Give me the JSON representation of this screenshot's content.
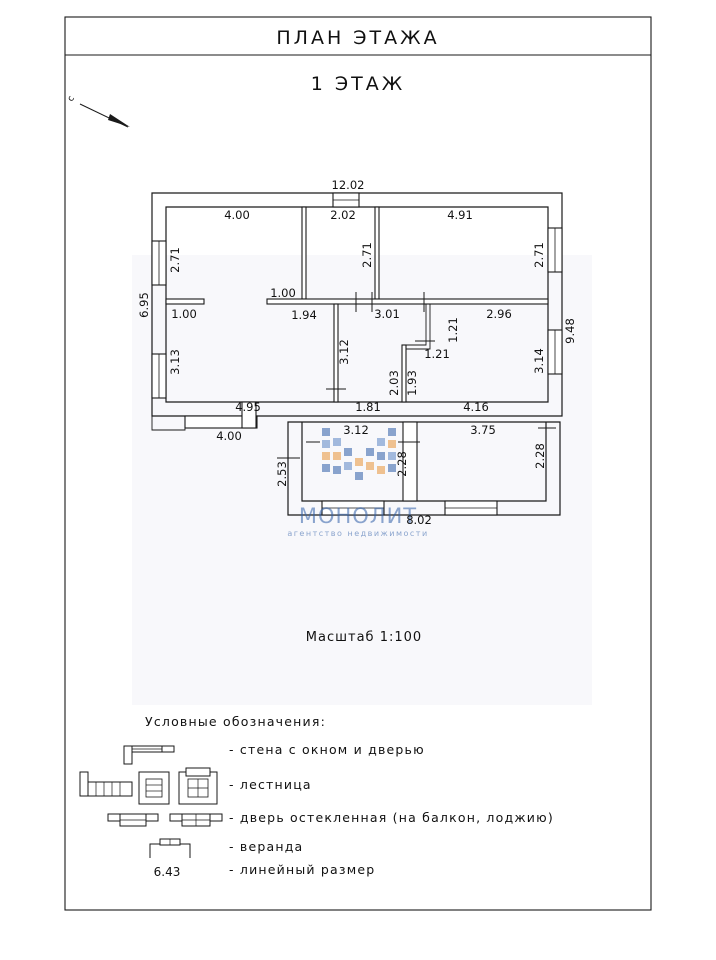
{
  "title": "ПЛАН ЭТАЖА",
  "floor": "1 ЭТАЖ",
  "north_label": "с",
  "dimensions": {
    "overall_width": "12.02",
    "overall_depth_left": "6.95",
    "overall_depth_right": "9.48",
    "room1_width": "4.00",
    "room1_height": "2.71",
    "room2_width": "2.02",
    "room2_height": "2.71",
    "room3_width": "4.91",
    "room3_height": "2.71",
    "partition_a": "1.00",
    "partition_b": "1.00",
    "partition_c": "1.94",
    "hall_width": "3.01",
    "closet_w": "1.21",
    "closet_h": "1.21",
    "room5_width": "2.96",
    "room4_height": "3.13",
    "hall_height": "3.12",
    "room5_height": "3.14",
    "bath_h1": "2.03",
    "bath_h2": "1.93",
    "room4_width": "4.95",
    "hall_bottom": "1.81",
    "room5_bottom": "4.16",
    "porch_width": "4.00",
    "veranda_width": "3.12",
    "veranda_height": "2.53",
    "veranda_inner_h": "2.28",
    "room6_width": "3.75",
    "room6_height": "2.28",
    "lower_block_width": "8.02"
  },
  "scale_label": "Масштаб 1:100",
  "watermark": {
    "name": "МОНОЛИТ",
    "subtitle": "агентство недвижимости"
  },
  "legend": {
    "heading": "Условные обозначения:",
    "items": [
      {
        "label": "- стена с окном  и дверью",
        "icon": "wall-window-door-icon"
      },
      {
        "label": "- лестница",
        "icon": "stair-icon"
      },
      {
        "label": "- дверь остекленная (на балкон, лоджию)",
        "icon": "glazed-door-icon"
      },
      {
        "label": "- веранда",
        "icon": "veranda-icon"
      },
      {
        "label": "- линейный размер",
        "value": "6.43",
        "icon": "linear-dimension-icon"
      }
    ]
  },
  "colors": {
    "line": "#1a1a1a",
    "watermark_blue": "#2f5fa8",
    "watermark_orange": "#e8953a"
  }
}
